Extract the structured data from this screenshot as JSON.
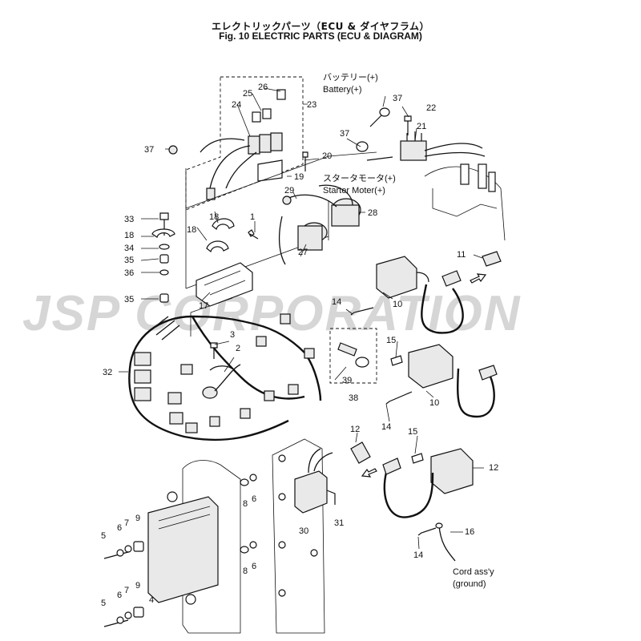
{
  "header": {
    "title_jp": "エレクトリックパーツ（ECU & ダイヤフラム）",
    "title_en": "Fig. 10   ELECTRIC PARTS (ECU & DIAGRAM)"
  },
  "watermark": "JSP CORPORATION",
  "labels": {
    "battery_jp": "バッテリー(+)",
    "battery_en": "Battery(+)",
    "starter_jp": "スタータモータ(+)",
    "starter_en": "Starter Moter(+)",
    "cord_line1": "Cord ass'y",
    "cord_line2": "(ground)"
  },
  "callouts": {
    "c1": "1",
    "c2": "2",
    "c3": "3",
    "c4": "4",
    "c5a": "5",
    "c5b": "5",
    "c6a": "6",
    "c6b": "6",
    "c6c": "6",
    "c6d": "6",
    "c7a": "7",
    "c7b": "7",
    "c8a": "8",
    "c8b": "8",
    "c9a": "9",
    "c9b": "9",
    "c10a": "10",
    "c10b": "10",
    "c11": "11",
    "c12a": "12",
    "c12b": "12",
    "c14a": "14",
    "c14b": "14",
    "c14c": "14",
    "c15a": "15",
    "c15b": "15",
    "c16": "16",
    "c17": "17",
    "c18a": "18",
    "c18b": "18",
    "c18c": "18",
    "c19": "19",
    "c20": "20",
    "c21": "21",
    "c22": "22",
    "c23": "23",
    "c24": "24",
    "c25": "25",
    "c26": "26",
    "c27": "27",
    "c28": "28",
    "c29": "29",
    "c30": "30",
    "c31": "31",
    "c32": "32",
    "c33": "33",
    "c34": "34",
    "c35a": "35",
    "c35b": "35",
    "c36": "36",
    "c37a": "37",
    "c37b": "37",
    "c37c": "37",
    "c38": "38",
    "c39": "39"
  }
}
